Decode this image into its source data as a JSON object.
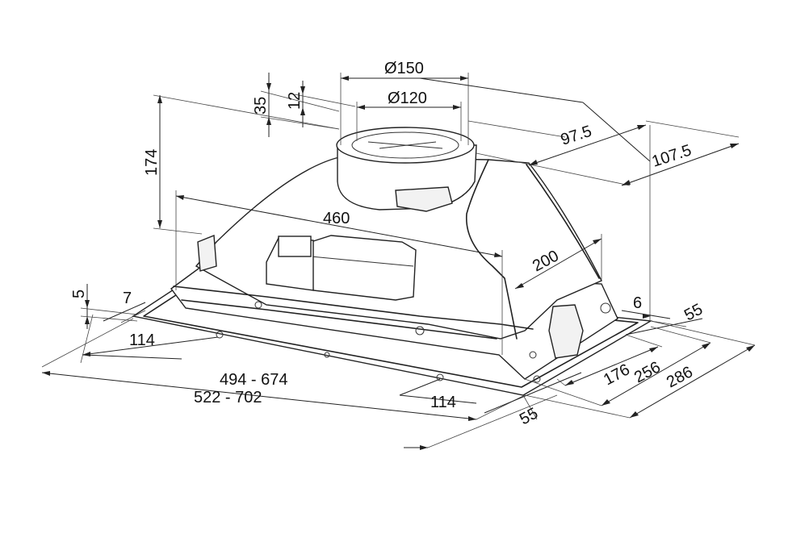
{
  "dimensions": {
    "d150": "Ø150",
    "d120": "Ø120",
    "h35": "35",
    "h12": "12",
    "h174": "174",
    "d97_5": "97.5",
    "d107_5": "107.5",
    "w460": "460",
    "d200": "200",
    "h5": "5",
    "d7": "7",
    "d114_left": "114",
    "w494_674": "494 - 674",
    "w522_702": "522 - 702",
    "d114_right": "114",
    "d55_bottom": "55",
    "d6": "6",
    "d55_right": "55",
    "d176": "176",
    "d256": "256",
    "d286": "286"
  },
  "colors": {
    "line": "#222222",
    "background": "#ffffff"
  }
}
